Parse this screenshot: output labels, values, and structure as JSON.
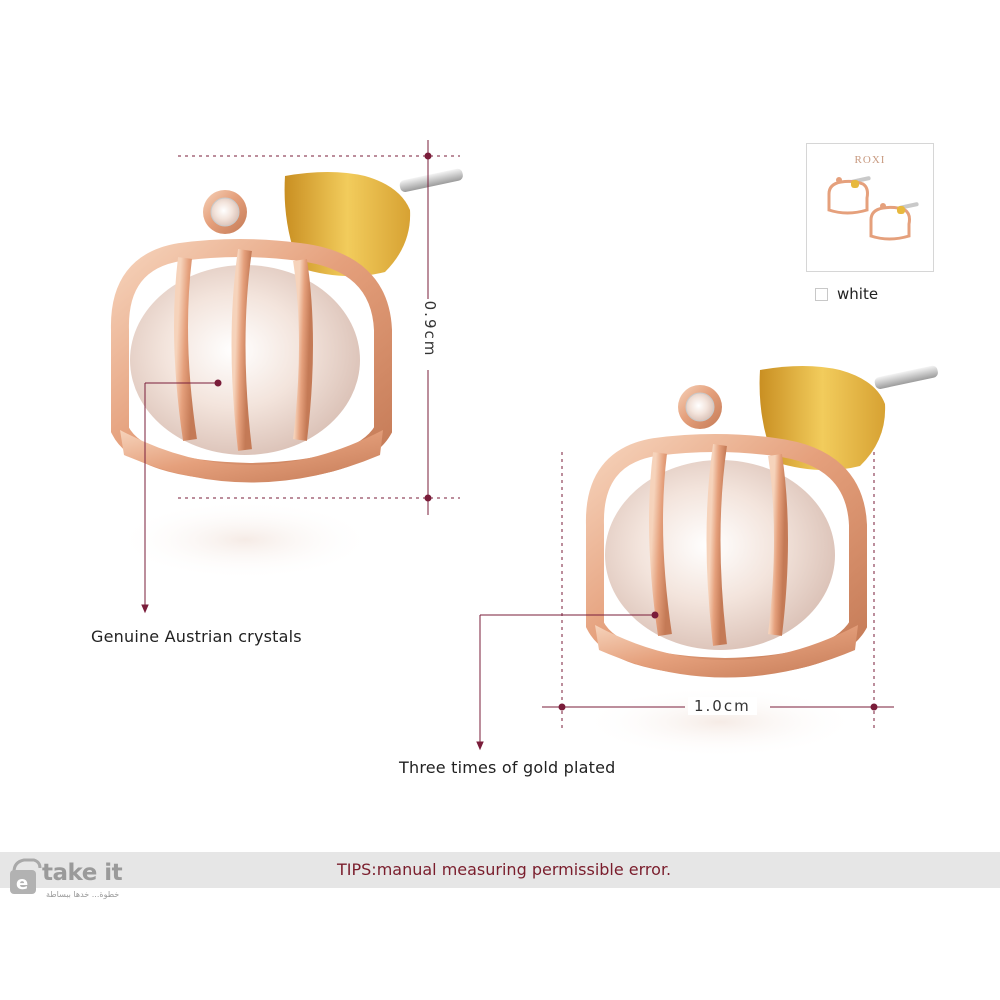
{
  "product": {
    "thumbnail_brand": "ROXI",
    "color_option": "white",
    "dimension_height": "0.9cm",
    "dimension_width": "1.0cm"
  },
  "callouts": {
    "crystals": "Genuine Austrian crystals",
    "plating": "Three times of gold plated"
  },
  "tips": "TIPS:manual measuring permissible error.",
  "watermark": {
    "brand": "take it",
    "tagline": "خطوة... خدها ببساطة"
  },
  "colors": {
    "rose_gold": "#e8a985",
    "gold_back": "#e7b83e",
    "guide_line": "#7a1d3a",
    "tips_text": "#7a1d2c"
  },
  "icons": [
    "crown-earring-image",
    "earring-thumbnail-image",
    "color-swatch-icon",
    "etakeit-logo-icon"
  ]
}
